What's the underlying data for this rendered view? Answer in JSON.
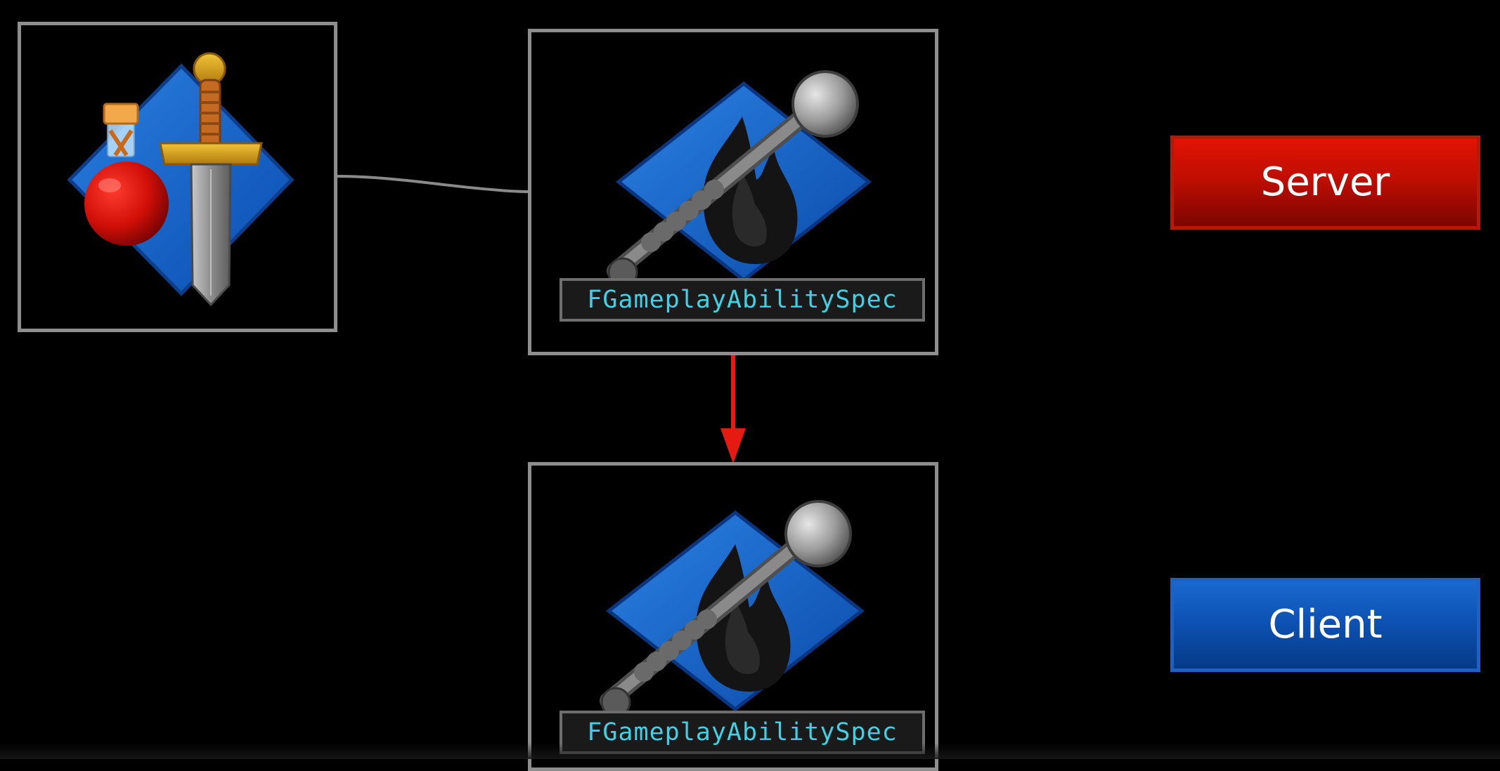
{
  "spec_panel_top": {
    "label": "FGameplayAbilitySpec"
  },
  "spec_panel_bottom": {
    "label": "FGameplayAbilitySpec"
  },
  "roles": {
    "server": "Server",
    "client": "Client"
  },
  "colors": {
    "panel_border": "#8e8e8e",
    "label_text": "#3fd2e6",
    "replication_arrow": "#e51b12",
    "link_line": "#8a8a8a",
    "server": "#c00e02",
    "client": "#0d52b4"
  },
  "icons": {
    "item_panel": [
      "diamond-icon",
      "potion-icon",
      "sword-icon"
    ],
    "ability_panel": [
      "diamond-icon",
      "flame-icon",
      "staff-icon"
    ]
  }
}
